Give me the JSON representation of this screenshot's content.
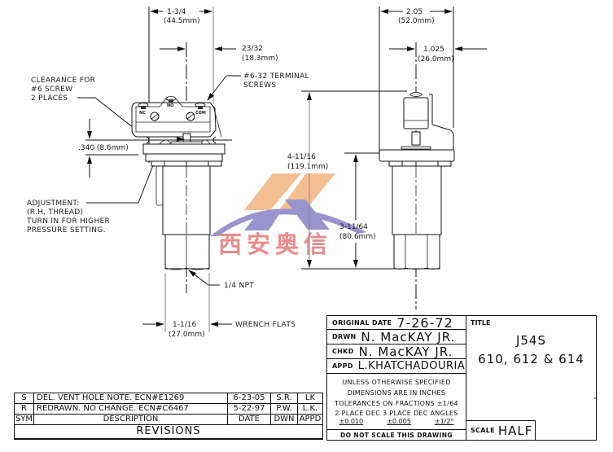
{
  "drawing": {
    "front_view": {
      "dim_width": "1-3/4",
      "dim_width_mm": "(44.5mm)",
      "dim_offset": "23/32",
      "dim_offset_mm": "(18.3mm)",
      "dim_flange": ".340 (8.6mm)",
      "dim_wrench": "1-1/16",
      "dim_wrench_mm": "(27.0mm)",
      "terminal_labels": [
        "NC",
        "NO",
        "COM"
      ]
    },
    "side_view": {
      "dim_width": "2.05",
      "dim_width_mm": "(52.0mm)",
      "dim_half": "1.025",
      "dim_half_mm": "(26.0mm)",
      "dim_height": "4-11/16",
      "dim_height_mm": "(119.1mm)",
      "dim_lower": "3-11/64",
      "dim_lower_mm": "(80.6mm)"
    },
    "notes": {
      "clearance": [
        "CLEARANCE FOR",
        "#6 SCREW",
        "2 PLACES"
      ],
      "terminal_screws": [
        "#6-32 TERMINAL",
        "SCREWS"
      ],
      "adjustment": [
        "ADJUSTMENT:",
        "(R.H. THREAD)",
        "TURN IN FOR HIGHER",
        "PRESSURE SETTING."
      ],
      "npt": "1/4 NPT",
      "wrench_flats": "WRENCH FLATS"
    },
    "watermark": {
      "text": "西安奥信",
      "colors": {
        "orange": "#f0b27a",
        "purple": "#8b87c4",
        "red": "#e07878"
      }
    }
  },
  "title_block": {
    "original_date_label": "ORIGINAL DATE",
    "original_date": "7-26-72",
    "drawn_label": "DRWN",
    "drawn_by": "N. MacKAY JR.",
    "checked_label": "CHKD",
    "checked_by": "N. MacKAY JR.",
    "approved_label": "APPD",
    "approved_by": "L.KHATCHADOURIAN",
    "tolerance_lines": [
      "UNLESS OTHERWISE SPECIFIED",
      "DIMENSIONS ARE IN INCHES",
      "TOLERANCES ON FRACTIONS ±1/64",
      "2 PLACE DEC  3 PLACE DEC  ANGLES"
    ],
    "tolerance_values": [
      "±0.010",
      "±0.005",
      "±1/2°"
    ],
    "do_not_scale": "DO NOT SCALE THIS DRAWING",
    "title_label": "TITLE",
    "title_line1": "J54S",
    "title_line2": "610, 612 & 614",
    "scale_label": "SCALE",
    "scale_value": "HALF"
  },
  "revisions": {
    "rows": [
      {
        "sym": "S",
        "description": "DEL. VENT HOLE NOTE. ECN#E1269",
        "date": "6-23-05",
        "dwn": "S.R.",
        "appd": "LK"
      },
      {
        "sym": "R",
        "description": "REDRAWN. NO CHANGE. ECN#C6467",
        "date": "5-22-97",
        "dwn": "P.W.",
        "appd": "L.K."
      }
    ],
    "headers": {
      "sym": "SYM",
      "description": "DESCRIPTION",
      "date": "DATE",
      "dwn": "DWN",
      "appd": "APPD"
    },
    "footer": "REVISIONS"
  }
}
